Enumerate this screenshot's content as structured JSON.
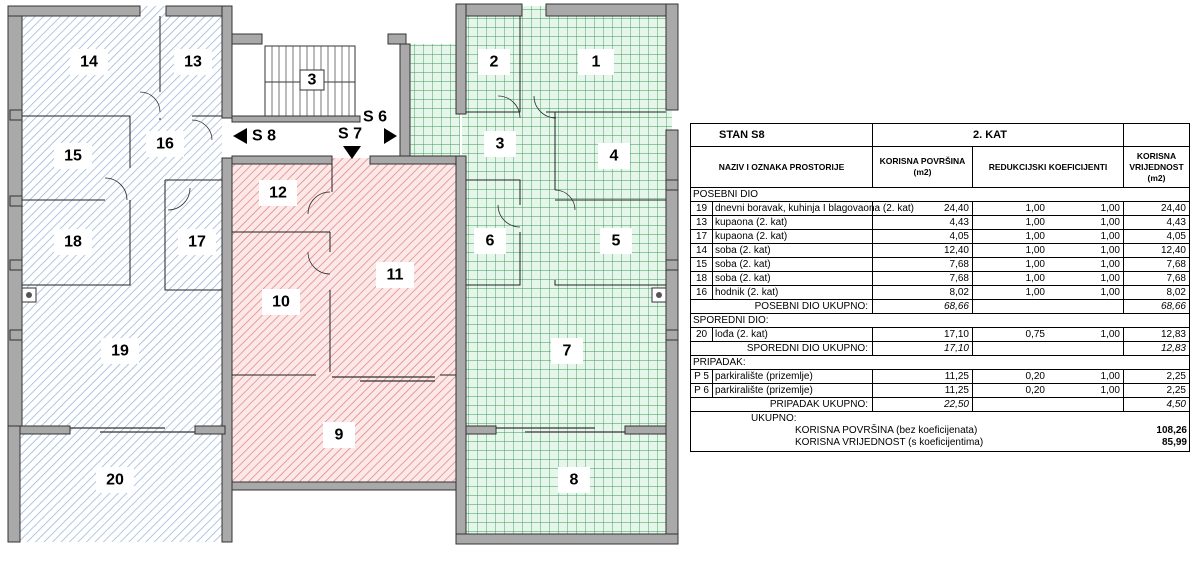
{
  "plan": {
    "rooms": [
      {
        "id": "1",
        "label": "1"
      },
      {
        "id": "2",
        "label": "2"
      },
      {
        "id": "3",
        "label": "3"
      },
      {
        "id": "4",
        "label": "4"
      },
      {
        "id": "5",
        "label": "5"
      },
      {
        "id": "6",
        "label": "6"
      },
      {
        "id": "7",
        "label": "7"
      },
      {
        "id": "8",
        "label": "8"
      },
      {
        "id": "9",
        "label": "9"
      },
      {
        "id": "10",
        "label": "10"
      },
      {
        "id": "11",
        "label": "11"
      },
      {
        "id": "12",
        "label": "12"
      },
      {
        "id": "13",
        "label": "13"
      },
      {
        "id": "14",
        "label": "14"
      },
      {
        "id": "15",
        "label": "15"
      },
      {
        "id": "16",
        "label": "16"
      },
      {
        "id": "17",
        "label": "17"
      },
      {
        "id": "18",
        "label": "18"
      },
      {
        "id": "19",
        "label": "19"
      },
      {
        "id": "20",
        "label": "20"
      },
      {
        "id": "stair",
        "label": "3"
      }
    ],
    "markers": {
      "s8": "S 8",
      "s7": "S 7",
      "s6": "S 6"
    },
    "colors": {
      "blue": "#8fb0d8",
      "red": "#d98080",
      "red_bg": "#fde8e8",
      "green": "#3a9a5a",
      "green_bg": "#e6f6ea"
    }
  },
  "table": {
    "title_left": "STAN S8",
    "title_right": "2. KAT",
    "col_name": "NAZIV I OZNAKA PROSTORIJE",
    "col_area": "KORISNA POVRŠINA (m2)",
    "col_coef": "REDUKCIJSKI KOEFICIJENTI",
    "col_value": "KORISNA VRIJEDNOST (m2)",
    "sections": [
      {
        "title": "POSEBNI DIO",
        "rows": [
          {
            "no": "19",
            "name": "dnevni boravak, kuhinja I blagovaona (2. kat)",
            "area": "24,40",
            "k1": "1,00",
            "k2": "1,00",
            "val": "24,40"
          },
          {
            "no": "13",
            "name": "kupaona (2. kat)",
            "area": "4,43",
            "k1": "1,00",
            "k2": "1,00",
            "val": "4,43"
          },
          {
            "no": "17",
            "name": "kupaona (2. kat)",
            "area": "4,05",
            "k1": "1,00",
            "k2": "1,00",
            "val": "4,05"
          },
          {
            "no": "14",
            "name": "soba (2. kat)",
            "area": "12,40",
            "k1": "1,00",
            "k2": "1,00",
            "val": "12,40"
          },
          {
            "no": "15",
            "name": "soba (2. kat)",
            "area": "7,68",
            "k1": "1,00",
            "k2": "1,00",
            "val": "7,68"
          },
          {
            "no": "18",
            "name": "soba (2. kat)",
            "area": "7,68",
            "k1": "1,00",
            "k2": "1,00",
            "val": "7,68"
          },
          {
            "no": "16",
            "name": "hodnik (2. kat)",
            "area": "8,02",
            "k1": "1,00",
            "k2": "1,00",
            "val": "8,02"
          }
        ],
        "sum_label": "POSEBNI DIO UKUPNO:",
        "sum_area": "68,66",
        "sum_val": "68,66"
      },
      {
        "title": "SPOREDNI DIO:",
        "rows": [
          {
            "no": "20",
            "name": "lođa  (2. kat)",
            "area": "17,10",
            "k1": "0,75",
            "k2": "1,00",
            "val": "12,83"
          }
        ],
        "sum_label": "SPOREDNI DIO UKUPNO:",
        "sum_area": "17,10",
        "sum_val": "12,83"
      },
      {
        "title": "PRIPADAK:",
        "rows": [
          {
            "no": "P 5",
            "name": "parkiralište (prizemlje)",
            "area": "11,25",
            "k1": "0,20",
            "k2": "1,00",
            "val": "2,25"
          },
          {
            "no": "P 6",
            "name": "parkiralište (prizemlje)",
            "area": "11,25",
            "k1": "0,20",
            "k2": "1,00",
            "val": "2,25"
          }
        ],
        "sum_label": "PRIPADAK UKUPNO:",
        "sum_area": "22,50",
        "sum_val": "4,50"
      }
    ],
    "total_title": "UKUPNO:",
    "total_area_label": "KORISNA POVRŠINA (bez koeficijenata)",
    "total_area_value": "108,26",
    "total_value_label": "KORISNA VRIJEDNOST (s koeficijentima)",
    "total_value_value": "85,99"
  }
}
